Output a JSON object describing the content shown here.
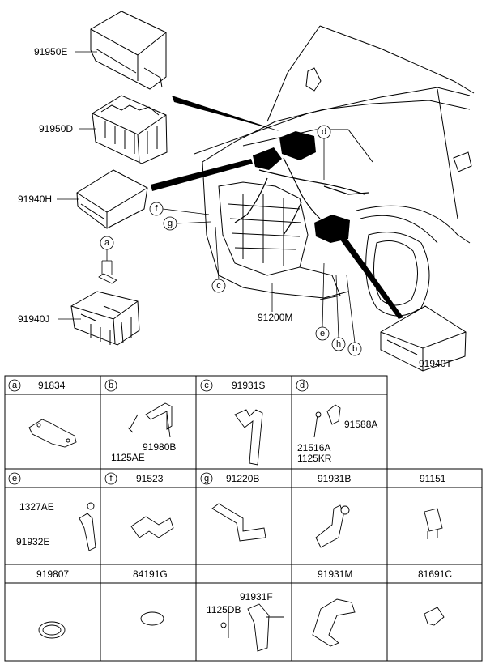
{
  "diagram": {
    "labels": {
      "p91950E": "91950E",
      "p91950D": "91950D",
      "p91940H": "91940H",
      "p91940J": "91940J",
      "p91200M": "91200M",
      "p91940T": "91940T"
    },
    "callouts": {
      "a": "a",
      "b": "b",
      "c": "c",
      "d": "d",
      "e": "e",
      "f": "f",
      "g": "g",
      "h": "h"
    }
  },
  "table": {
    "row1": [
      {
        "letter": "a",
        "part": "91834",
        "sub": []
      },
      {
        "letter": "b",
        "part": "",
        "sub": [
          "91980B",
          "1125AE"
        ]
      },
      {
        "letter": "c",
        "part": "91931S",
        "sub": []
      },
      {
        "letter": "d",
        "part": "",
        "sub": [
          "91588A",
          "21516A",
          "1125KR"
        ]
      }
    ],
    "row2": [
      {
        "letter": "e",
        "part": "",
        "sub": [
          "1327AE",
          "91932E"
        ]
      },
      {
        "letter": "f",
        "part": "91523",
        "sub": []
      },
      {
        "letter": "g",
        "part": "91220B",
        "sub": []
      },
      {
        "letter": "",
        "part": "91931B",
        "sub": []
      },
      {
        "letter": "",
        "part": "91151",
        "sub": []
      }
    ],
    "row3": [
      {
        "part": "919807",
        "sub": []
      },
      {
        "part": "84191G",
        "sub": []
      },
      {
        "part": "",
        "sub": [
          "91931F",
          "1125DB"
        ]
      },
      {
        "part": "91931M",
        "sub": []
      },
      {
        "part": "81691C",
        "sub": []
      }
    ]
  }
}
